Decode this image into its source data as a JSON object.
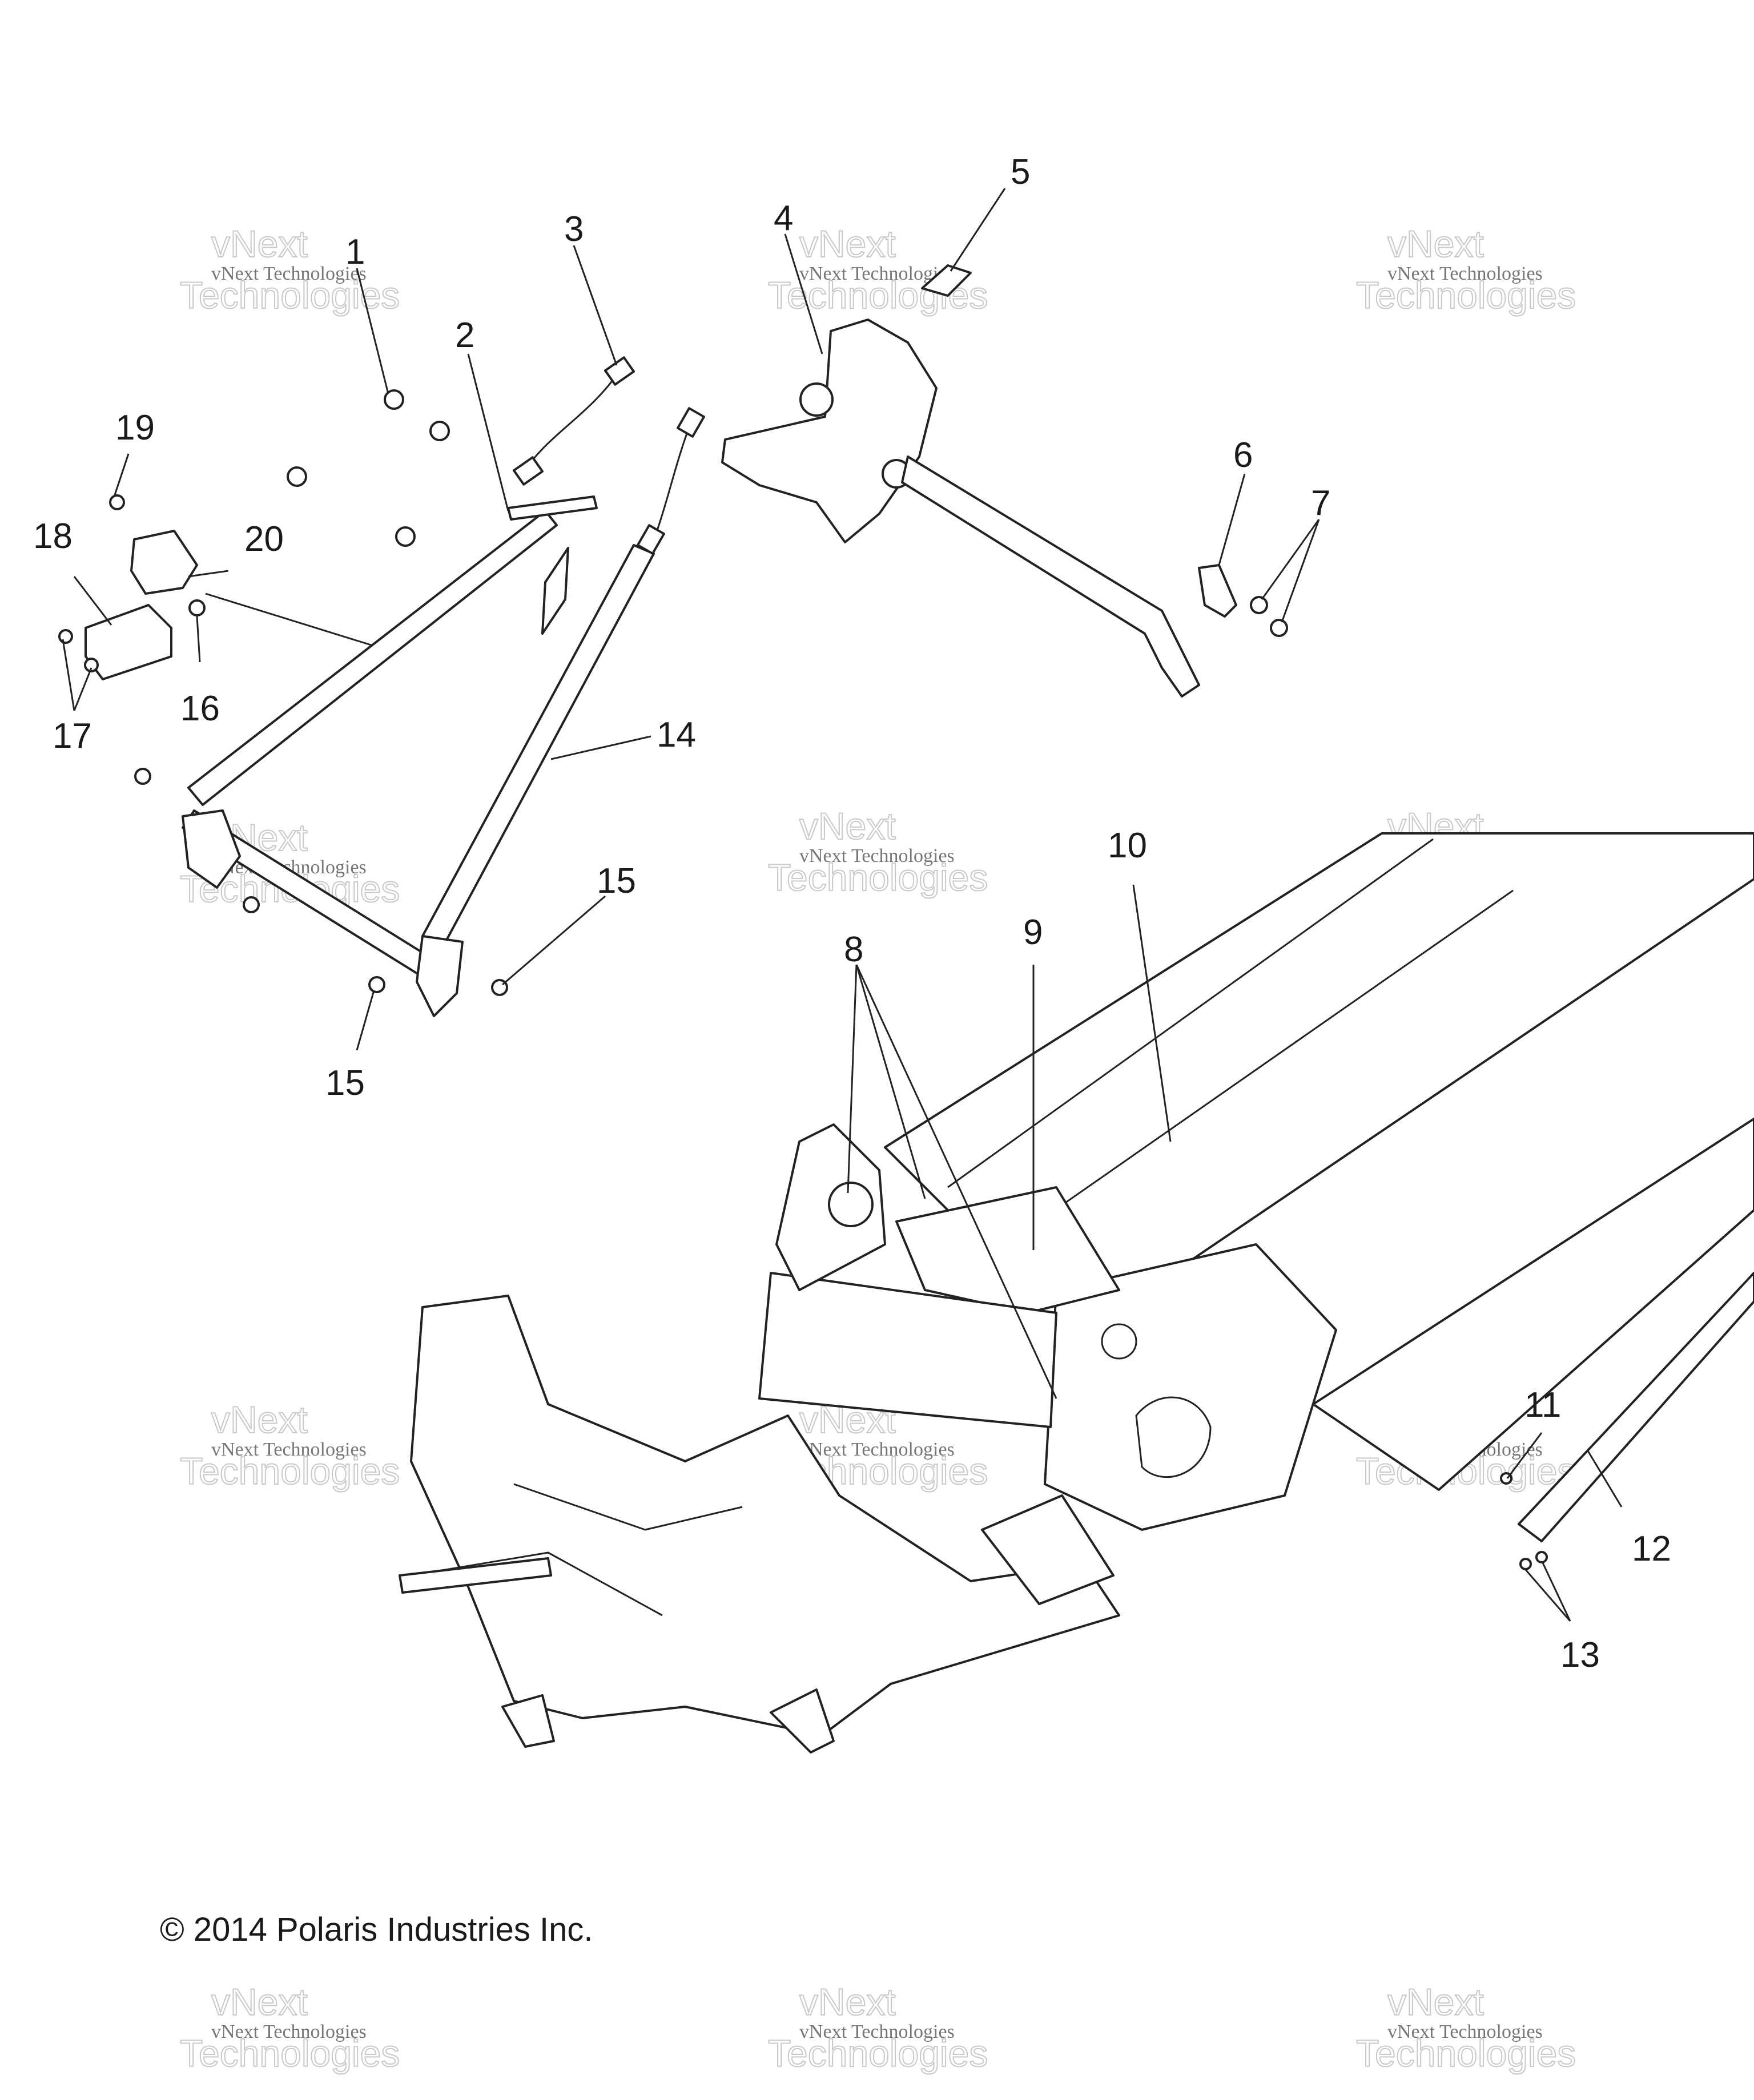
{
  "diagram": {
    "callouts": [
      "1",
      "2",
      "3",
      "4",
      "5",
      "6",
      "7",
      "8",
      "9",
      "10",
      "11",
      "12",
      "13",
      "14",
      "15",
      "15",
      "16",
      "17",
      "18",
      "19",
      "20"
    ],
    "copyright": "© 2014 Polaris Industries Inc.",
    "watermark": {
      "line1": "vNext Technologies",
      "line2": "vNext",
      "line3": "Technologies"
    }
  }
}
